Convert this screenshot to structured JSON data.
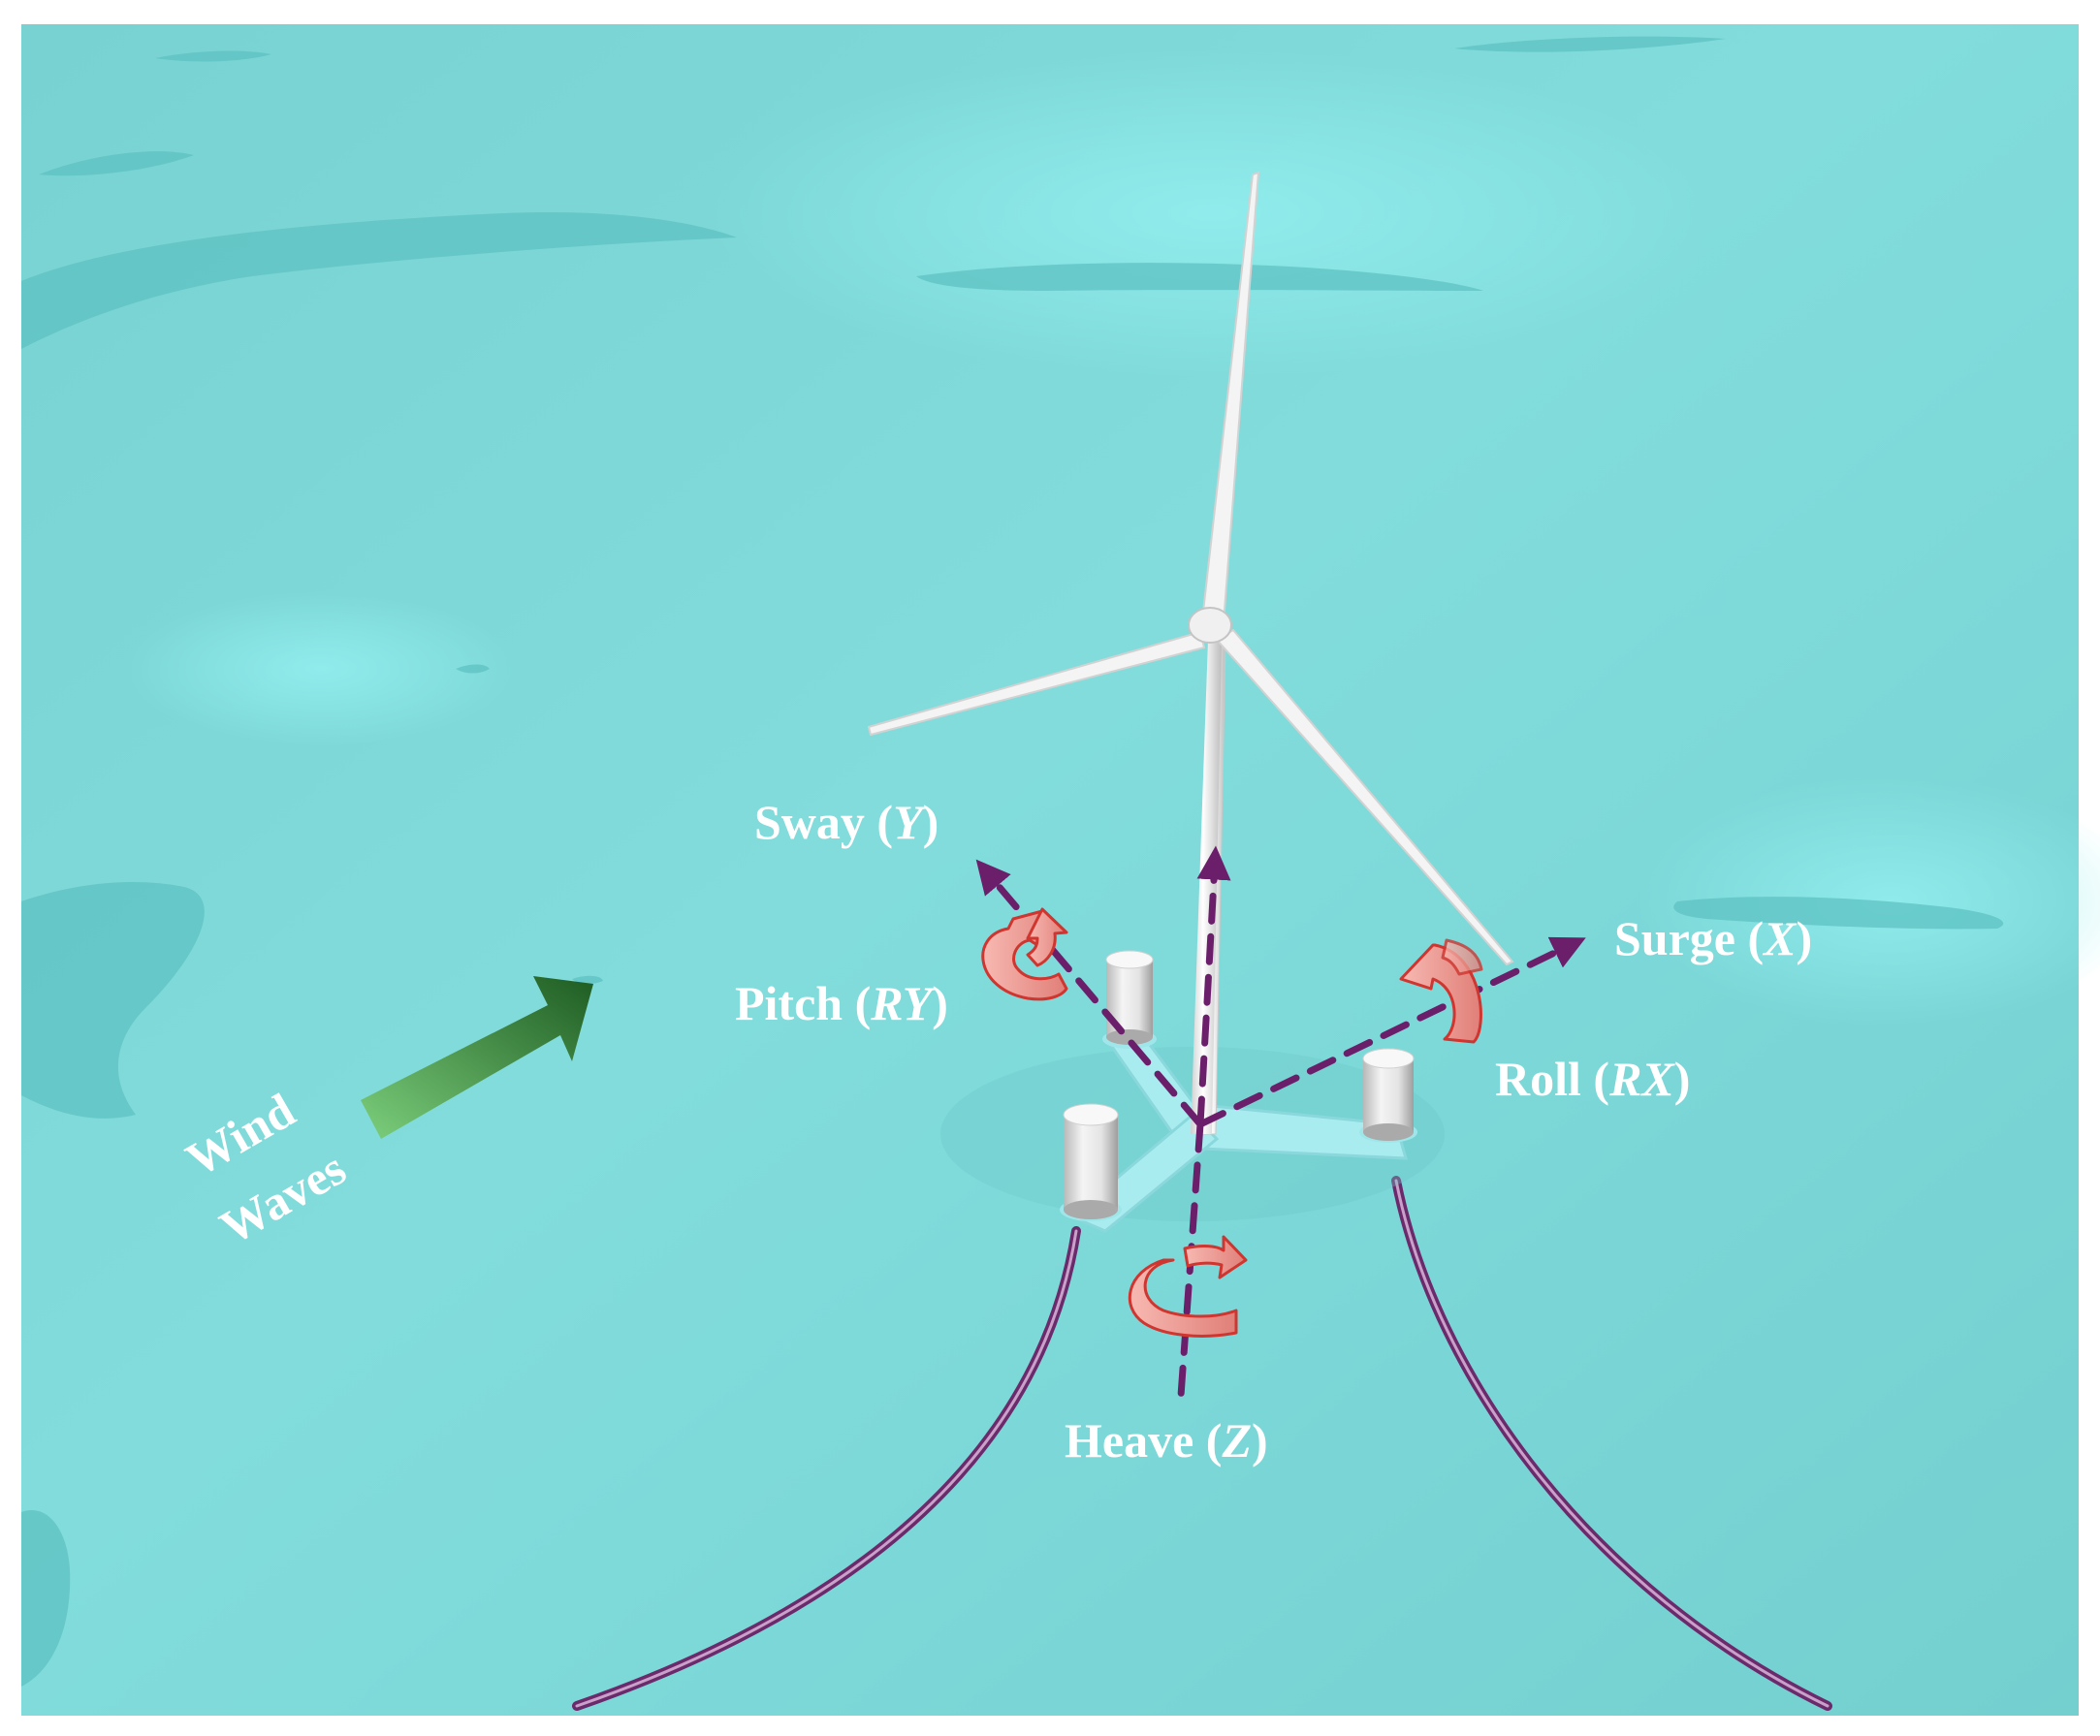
{
  "figure": {
    "incoming": {
      "line1": "Wind",
      "line2": "Waves"
    },
    "dof": {
      "sway": {
        "name": "Sway",
        "symbol": "Y"
      },
      "surge": {
        "name": "Surge",
        "symbol": "X"
      },
      "heave": {
        "name": "Heave",
        "symbol": "Z"
      },
      "pitch": {
        "name": "Pitch",
        "symbol": "RY"
      },
      "roll": {
        "name": "Roll",
        "symbol": "RX"
      }
    },
    "colors": {
      "sea": "#7fd8d8",
      "sea_highlight": "#8ee8e8",
      "sea_shadow": "#5fc4c4",
      "axis": "#6b1f6b",
      "rotation_arrow_fill": "#f4a6a0",
      "rotation_arrow_stroke": "#d0352f",
      "flow_arrow_light": "#7ccf7c",
      "flow_arrow_dark": "#1e5c22",
      "mooring": "#6b2a6b",
      "turbine": "#f2f2f2"
    },
    "icons": {
      "flow_arrow": "arrow-right-icon",
      "rotation": "curved-arrow-icon"
    }
  }
}
